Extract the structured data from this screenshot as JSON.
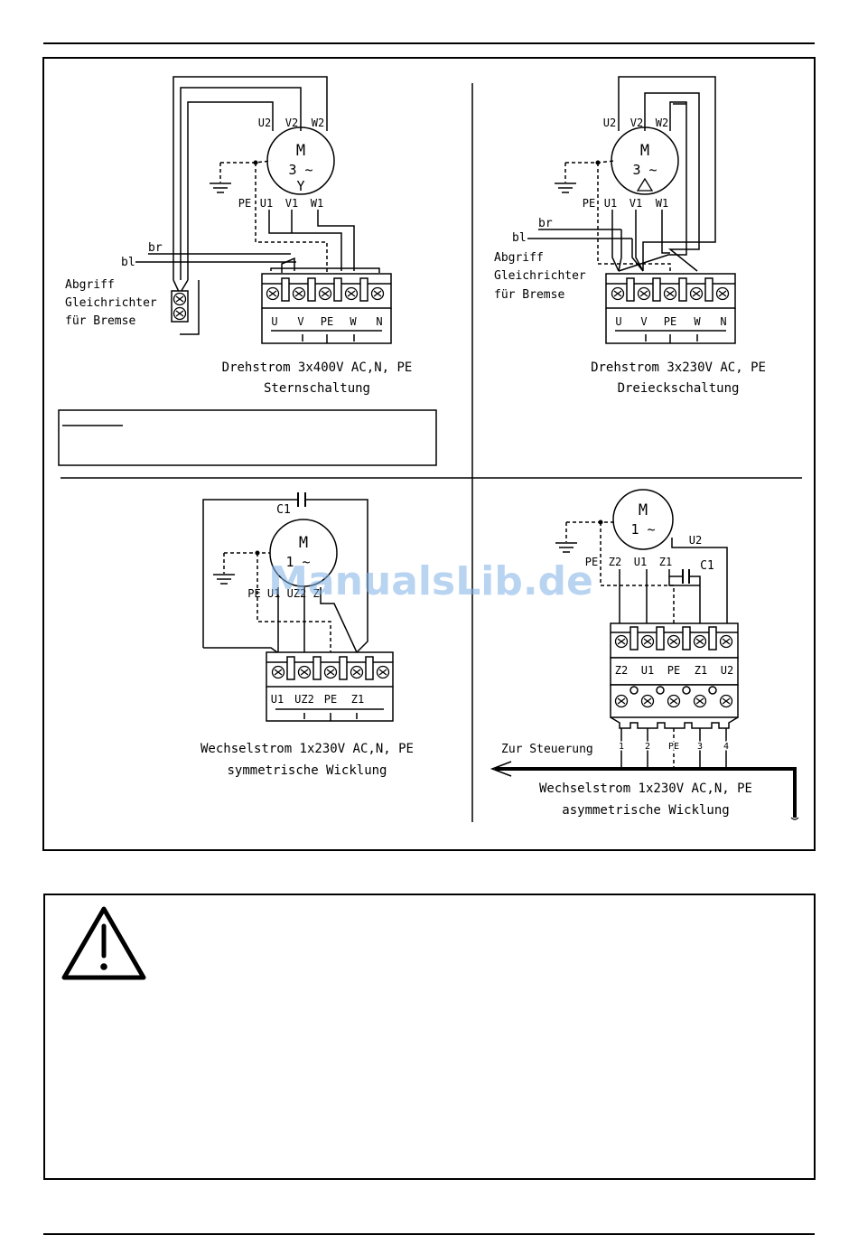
{
  "diagram": {
    "q1": {
      "motor_symbol": "M",
      "motor_phase": "3 ~",
      "connection_symbol": "Y",
      "top_labels": [
        "U2",
        "V2",
        "W2"
      ],
      "bottom_labels": [
        "PE",
        "U1",
        "V1",
        "W1"
      ],
      "wire_labels": [
        "br",
        "bl"
      ],
      "rectifier_label": [
        "Abgriff",
        "Gleichrichter",
        "für Bremse"
      ],
      "terminals": [
        "U",
        "V",
        "PE",
        "W",
        "N"
      ],
      "caption": [
        "Drehstrom 3x400V AC,N, PE",
        "Sternschaltung"
      ]
    },
    "q2": {
      "motor_symbol": "M",
      "motor_phase": "3 ~",
      "top_labels": [
        "U2",
        "V2",
        "W2"
      ],
      "bottom_labels": [
        "PE",
        "U1",
        "V1",
        "W1"
      ],
      "wire_labels": [
        "br",
        "bl"
      ],
      "rectifier_label": [
        "Abgriff",
        "Gleichrichter",
        "für Bremse"
      ],
      "terminals": [
        "U",
        "V",
        "PE",
        "W",
        "N"
      ],
      "caption": [
        "Drehstrom 3x230V AC, PE",
        "Dreieckschaltung"
      ]
    },
    "q3": {
      "motor_symbol": "M",
      "motor_phase": "1 ~",
      "capacitor": "C1",
      "bottom_labels": "PE U1 UZ2 Z",
      "terminals": [
        "U1",
        "UZ2",
        "PE",
        "Z1"
      ],
      "caption": [
        "Wechselstrom 1x230V AC,N, PE",
        "symmetrische Wicklung"
      ]
    },
    "q4": {
      "motor_symbol": "M",
      "motor_phase": "1 ~",
      "capacitor": "C1",
      "top_right_label": "U2",
      "bottom_labels": [
        "PE",
        "Z2",
        "U1",
        "Z1"
      ],
      "terminals": [
        "Z2",
        "U1",
        "PE",
        "Z1",
        "U2"
      ],
      "cable_numbers": [
        "1",
        "2",
        "PE",
        "3",
        "4"
      ],
      "control_label": "Zur Steuerung",
      "caption": [
        "Wechselstrom 1x230V AC,N, PE",
        "asymmetrische Wicklung"
      ]
    },
    "watermark": "ManualsLib.de"
  },
  "colors": {
    "line": "#000000",
    "watermark": "#7fb2e6"
  }
}
